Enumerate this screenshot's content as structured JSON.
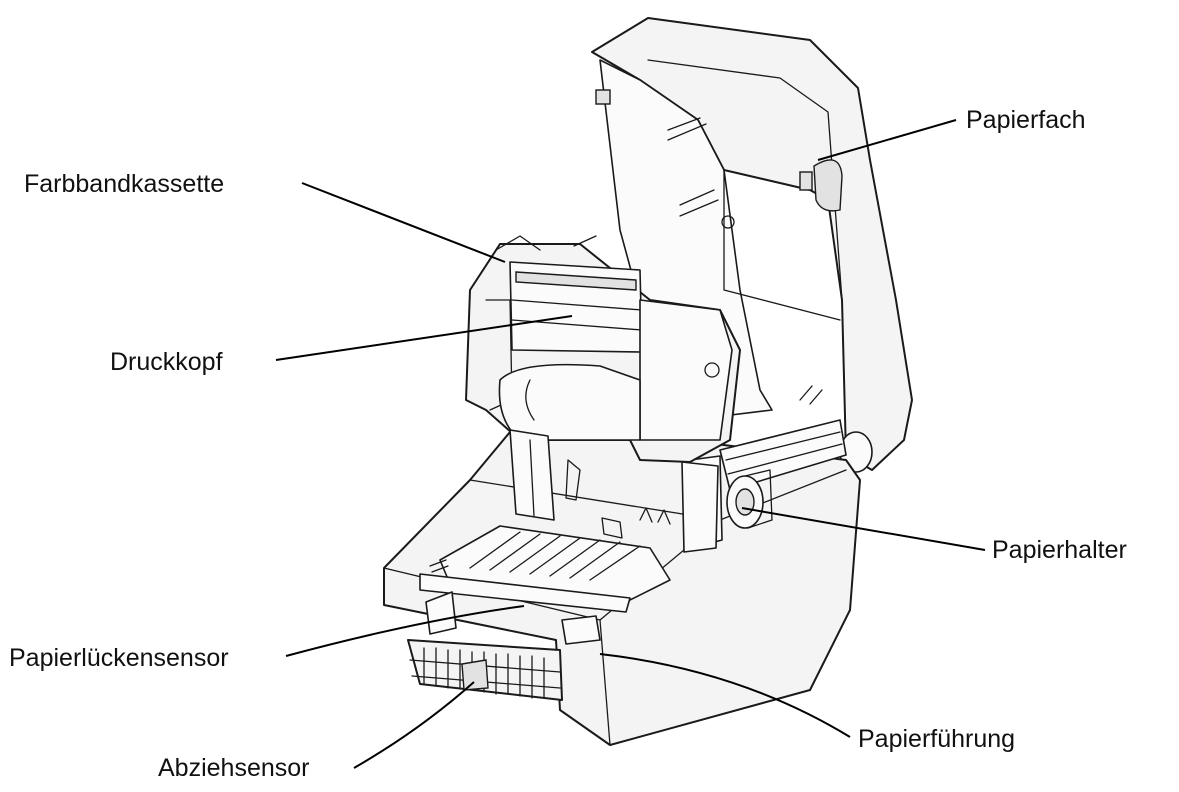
{
  "labels": {
    "papierfach": "Papierfach",
    "farbbandkassette": "Farbbandkassette",
    "druckkopf": "Druckkopf",
    "papierhalter": "Papierhalter",
    "papierlueckensensor": "Papierlückensensor",
    "papierfuehrung": "Papierführung",
    "abziehsensor": "Abziehsensor"
  }
}
